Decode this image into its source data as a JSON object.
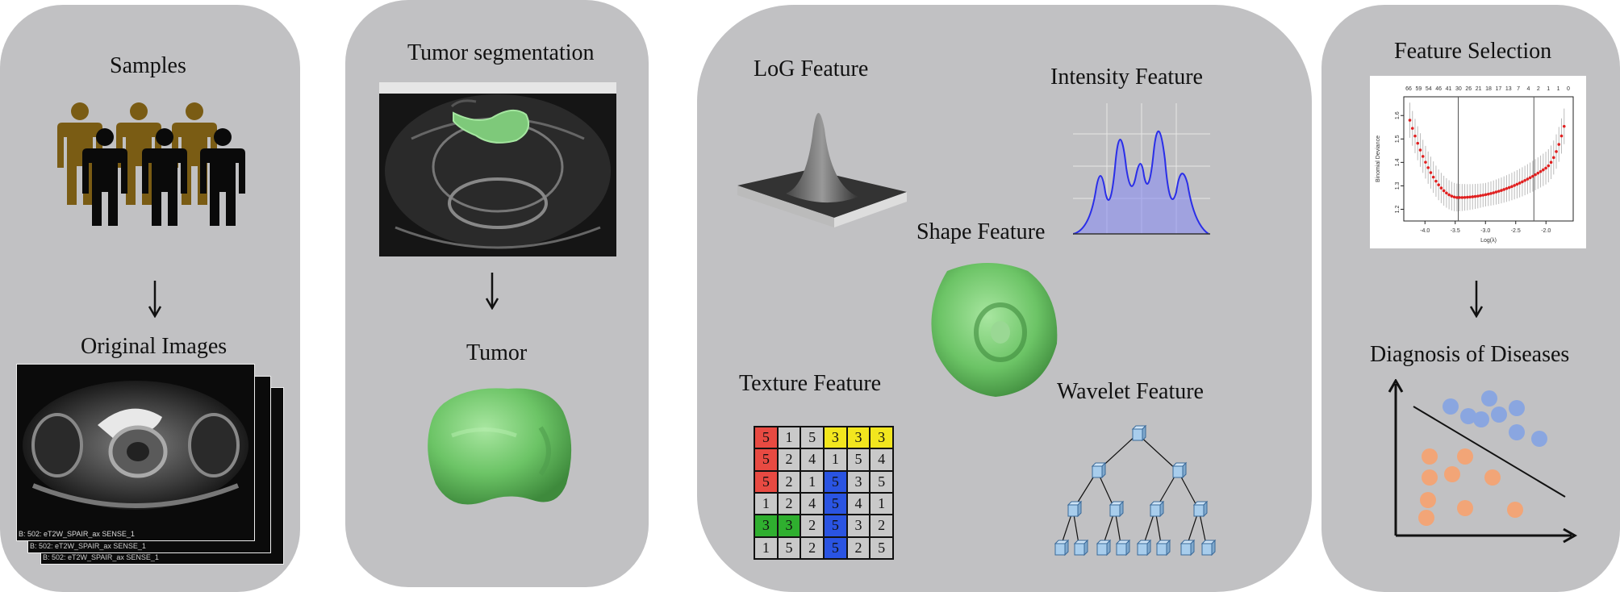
{
  "colors": {
    "panel": "#c1c1c3",
    "person_brown": "#7a5c14",
    "person_black": "#0a0a0a",
    "tumor_green": "#7ec97a",
    "red_cell": "#e84a42",
    "yellow_cell": "#f2e61e",
    "blue_cell": "#2a54e2",
    "green_cell": "#2faf2f",
    "gray_cell": "#c9c9c9",
    "intensity_blue": "#2a2ee8",
    "scatter_blue": "#8aa6e0",
    "scatter_orange": "#f2a577",
    "lasso_red": "#e02020"
  },
  "panel1": {
    "samples_label": "Samples",
    "original_label": "Original Images",
    "image_captions": [
      "B: 502: eT2W_SPAIR_ax SENSE_1",
      "B: 502: eT2W_SPAIR_ax SENSE_1",
      "B: 502: eT2W_SPAIR_ax SENSE_1"
    ]
  },
  "panel2": {
    "segmentation_label": "Tumor segmentation",
    "tumor_label": "Tumor"
  },
  "panel3": {
    "log_label": "LoG Feature",
    "intensity_label": "Intensity Feature",
    "shape_label": "Shape Feature",
    "texture_label": "Texture Feature",
    "wavelet_label": "Wavelet Feature",
    "texture_grid": [
      [
        "5",
        "1",
        "5",
        "3",
        "3",
        "3"
      ],
      [
        "5",
        "2",
        "4",
        "1",
        "5",
        "4"
      ],
      [
        "5",
        "2",
        "1",
        "5",
        "3",
        "5"
      ],
      [
        "1",
        "2",
        "4",
        "5",
        "4",
        "1"
      ],
      [
        "3",
        "3",
        "2",
        "5",
        "3",
        "2"
      ],
      [
        "1",
        "5",
        "2",
        "5",
        "2",
        "5"
      ]
    ],
    "texture_colors": [
      [
        "red",
        "gray",
        "gray",
        "yellow",
        "yellow",
        "yellow"
      ],
      [
        "red",
        "gray",
        "gray",
        "gray",
        "gray",
        "gray"
      ],
      [
        "red",
        "gray",
        "gray",
        "blue",
        "gray",
        "gray"
      ],
      [
        "gray",
        "gray",
        "gray",
        "blue",
        "gray",
        "gray"
      ],
      [
        "green",
        "green",
        "gray",
        "blue",
        "gray",
        "gray"
      ],
      [
        "gray",
        "gray",
        "gray",
        "blue",
        "gray",
        "gray"
      ]
    ]
  },
  "panel4": {
    "selection_label": "Feature Selection",
    "diagnosis_label": "Diagnosis of Diseases",
    "lasso_top_ticks": [
      "66",
      "59",
      "54",
      "46",
      "41",
      "30",
      "26",
      "21",
      "18",
      "17",
      "13",
      "7",
      "4",
      "2",
      "1",
      "1",
      "0"
    ],
    "lasso_x_ticks": [
      "-4.0",
      "-3.5",
      "-3.0",
      "-2.5",
      "-2.0"
    ],
    "lasso_y_ticks": [
      "1.6",
      "1.5",
      "1.4",
      "1.3",
      "1.2"
    ],
    "lasso_xlabel": "Log(λ)",
    "lasso_ylabel": "Binomial Deviance"
  }
}
